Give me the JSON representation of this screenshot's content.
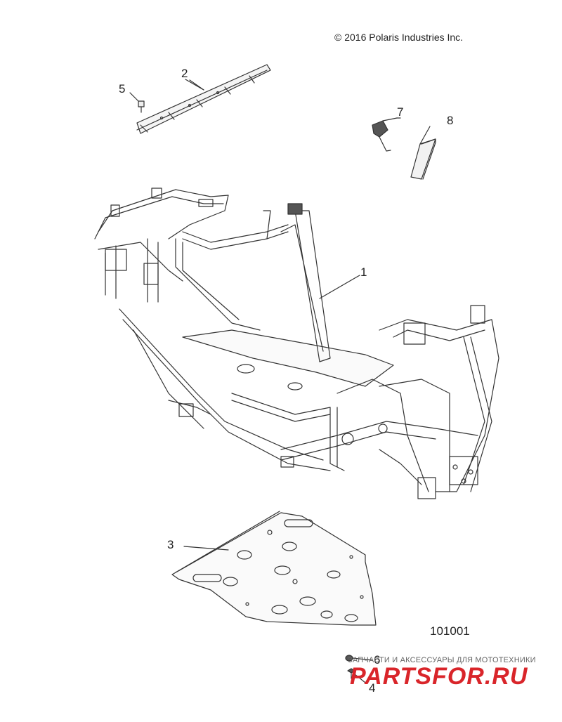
{
  "copyright": "© 2016 Polaris Industries Inc.",
  "drawing_number": "101001",
  "callouts": [
    {
      "id": "c1",
      "label": "1"
    },
    {
      "id": "c2",
      "label": "2"
    },
    {
      "id": "c3",
      "label": "3"
    },
    {
      "id": "c4",
      "label": "4"
    },
    {
      "id": "c5",
      "label": "5"
    },
    {
      "id": "c6",
      "label": "6"
    },
    {
      "id": "c7",
      "label": "7"
    },
    {
      "id": "c8",
      "label": "8"
    }
  ],
  "watermark": {
    "subtitle": "ЗАПЧАСТИ И АКСЕССУАРЫ ДЛЯ МОТОТЕХНИКИ",
    "logo": "PARTSFOR.RU"
  }
}
